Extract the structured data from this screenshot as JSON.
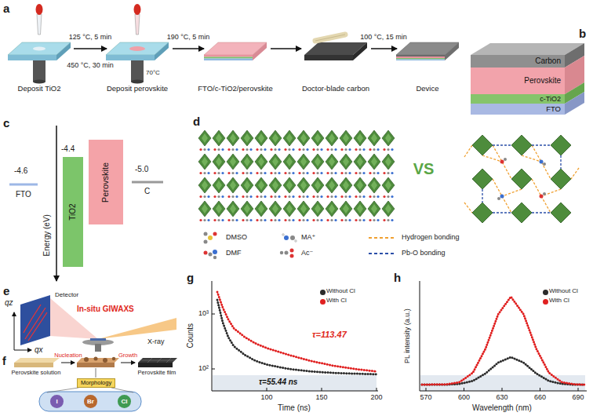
{
  "diagram": {
    "nodes": [
      {
        "text": [
          "Carbon"
        ]
      },
      {
        "text": [
          "Perovskite"
        ]
      },
      {
        "text": [
          "c-TiO2"
        ]
      },
      {
        "text": [
          "FTO"
        ]
      },
      {
        "text": [
          "TiO2"
        ]
      },
      {
        "text": [
          "Perovskite"
        ]
      },
      {
        "text": [
          "Morphology"
        ]
      },
      {
        "text": [
          "I"
        ]
      },
      {
        "text": [
          "Br"
        ]
      },
      {
        "text": [
          "Cl"
        ]
      }
    ],
    "labels": [
      "a",
      "b",
      "c",
      "d",
      "e",
      "f",
      "g",
      "h",
      "Deposit TiO2",
      "125 °C, 5 min",
      "450 °C, 30 min",
      "70°C",
      "Deposit perovskite",
      "190 °C, 5 min",
      "FTO/c-TiO2/perovskite",
      "Doctor-blade carbon",
      "100 °C, 15 min",
      "Device",
      "Energy (eV)",
      "-4.6",
      "FTO",
      "-4.4",
      "-5.0",
      "C",
      "VS",
      "qz",
      "Detector",
      "In-situ GIWAXS",
      "X-ray",
      "qx",
      "Perovskite solution",
      "Nucleation",
      "Growth",
      "Perovskite film",
      "Counts",
      "10³",
      "10²",
      "100",
      "150",
      "200",
      "Time (ns)",
      "τ=113.47",
      "τ=55.44 ns",
      "PL intensity (a.u.)",
      "570",
      "600",
      "630",
      "660",
      "690",
      "Wavelength (nm)"
    ],
    "legend": [
      {
        "text": "DMSO"
      },
      {
        "text": "MA⁺"
      },
      {
        "text": "Hydrogen bonding"
      },
      {
        "text": "DMF"
      },
      {
        "text": "Ac⁻"
      },
      {
        "text": "Pb-O bonding"
      },
      {
        "text": "Without Cl",
        "color": "#2b2b2b"
      },
      {
        "text": "With Cl",
        "color": "#e02020"
      },
      {
        "text": "Without Cl",
        "color": "#2b2b2b"
      },
      {
        "text": "With Cl",
        "color": "#e02020"
      }
    ]
  }
}
